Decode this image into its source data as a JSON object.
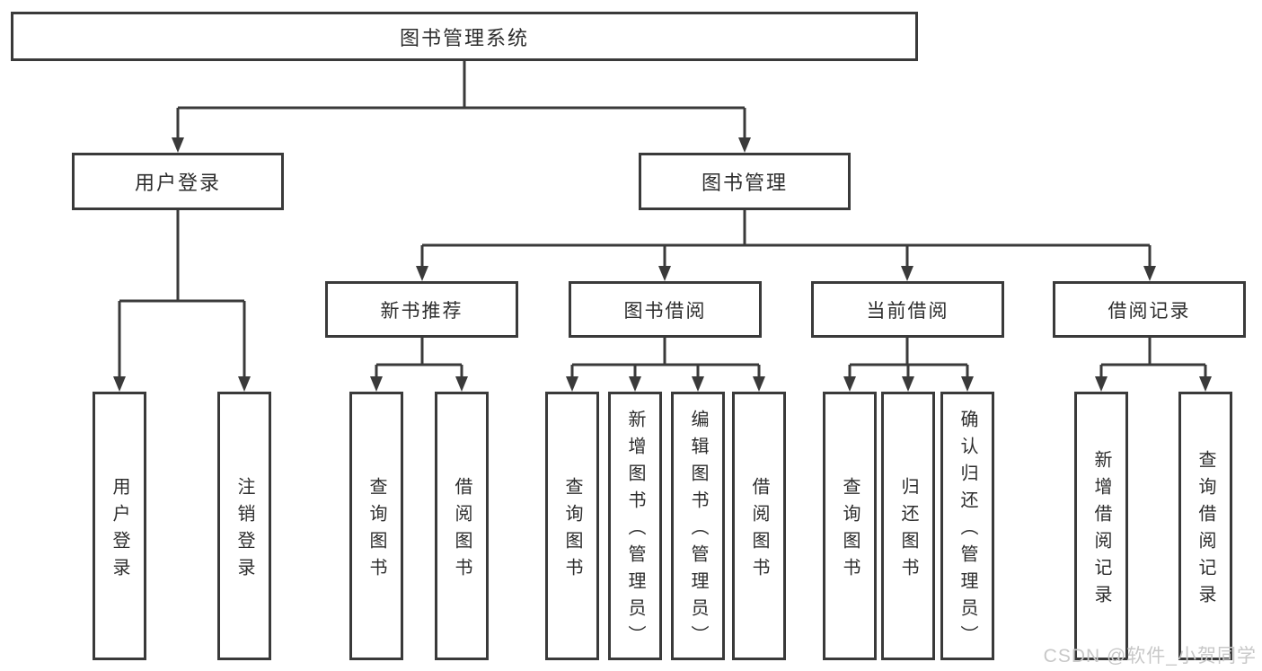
{
  "tree": {
    "root": {
      "label": "图书管理系统"
    },
    "branches": [
      {
        "label": "用户登录",
        "children": [
          {
            "label": "用户登录"
          },
          {
            "label": "注销登录"
          }
        ]
      },
      {
        "label": "图书管理",
        "sections": [
          {
            "label": "新书推荐",
            "children": [
              {
                "label": "查询图书"
              },
              {
                "label": "借阅图书"
              }
            ]
          },
          {
            "label": "图书借阅",
            "children": [
              {
                "label": "查询图书"
              },
              {
                "label": "新增图书（管理员）"
              },
              {
                "label": "编辑图书（管理员）"
              },
              {
                "label": "借阅图书"
              }
            ]
          },
          {
            "label": "当前借阅",
            "children": [
              {
                "label": "查询图书"
              },
              {
                "label": "归还图书"
              },
              {
                "label": "确认归还（管理员）"
              }
            ]
          },
          {
            "label": "借阅记录",
            "children": [
              {
                "label": "新增借阅记录"
              },
              {
                "label": "查询借阅记录"
              }
            ]
          }
        ]
      }
    ]
  },
  "watermark": {
    "text": "CSDN @软件_小贺同学"
  },
  "colors": {
    "line": "#3a3a3a",
    "text": "#2d2d2d",
    "watermark": "#c8c8c8",
    "bg": "#ffffff"
  }
}
